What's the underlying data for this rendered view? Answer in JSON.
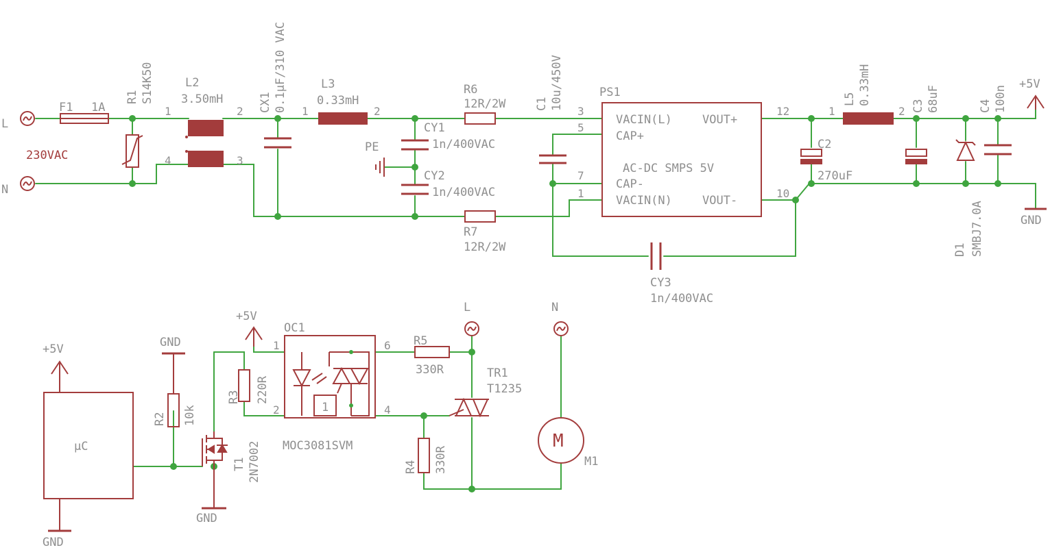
{
  "labels": {
    "L_in": "L",
    "N_in": "N",
    "in_voltage": "230VAC",
    "F1_name": "F1",
    "F1_value": "1A",
    "R1_name": "R1",
    "R1_value": "S14K50",
    "L2_name": "L2",
    "L2_value": "3.50mH",
    "CX1_name": "CX1",
    "CX1_value": "0.1µF/310 VAC",
    "L3_name": "L3",
    "L3_value": "0.33mH",
    "PE": "PE",
    "CY1_name": "CY1",
    "CY1_value": "1n/400VAC",
    "CY2_name": "CY2",
    "CY2_value": "1n/400VAC",
    "R6_name": "R6",
    "R6_value": "12R/2W",
    "R7_name": "R7",
    "R7_value": "12R/2W",
    "C1_name": "C1",
    "C1_value": "10u/450V",
    "PS1_name": "PS1",
    "PS1_title": "AC-DC SMPS 5V",
    "ps_vacin_l": "VACIN(L)",
    "ps_vout_p": "VOUT+",
    "ps_cap_p": "CAP+",
    "ps_cap_m": "CAP-",
    "ps_vacin_n": "VACIN(N)",
    "ps_vout_m": "VOUT-",
    "CY3_name": "CY3",
    "CY3_value": "1n/400VAC",
    "C2_name": "C2",
    "C2_value": "270uF",
    "L5_name": "L5",
    "L5_value": "0.33mH",
    "C3_name": "C3",
    "C3_value": "68uF",
    "C4_name": "C4",
    "C4_value": "100n",
    "D1_name": "D1",
    "D1_value": "SMBJ7.0A",
    "p5v_top": "+5V",
    "gnd_top": "GND",
    "p5v_uc": "+5V",
    "uc": "µC",
    "gnd_uc": "GND",
    "gnd_r2": "GND",
    "R2_name": "R2",
    "R2_value": "10k",
    "T1_name": "T1",
    "T1_value": "2N7002",
    "gnd_t1": "GND",
    "p5v_oc": "+5V",
    "R3_name": "R3",
    "R3_value": "220R",
    "OC1_name": "OC1",
    "OC1_value": "MOC3081SVM",
    "oc_one": "1",
    "R5_name": "R5",
    "R5_value": "330R",
    "L_out": "L",
    "N_out": "N",
    "TR1_name": "TR1",
    "TR1_value": "T1235",
    "R4_name": "R4",
    "R4_value": "330R",
    "M_symbol": "M",
    "M1_name": "M1"
  },
  "pins": {
    "l2_1": "1",
    "l2_2": "2",
    "l2_3": "3",
    "l2_4": "4",
    "l3_1": "1",
    "l3_2": "2",
    "ps_3": "3",
    "ps_5": "5",
    "ps_7": "7",
    "ps_1": "1",
    "ps_12": "12",
    "ps_10": "10",
    "l5_1": "1",
    "l5_2": "2",
    "oc_1": "1",
    "oc_2": "2",
    "oc_6": "6",
    "oc_4": "4"
  },
  "colors": {
    "wire": "#3fa53f",
    "symbol": "#a33c3c",
    "label": "#8f8f8f",
    "background": "#ffffff"
  }
}
